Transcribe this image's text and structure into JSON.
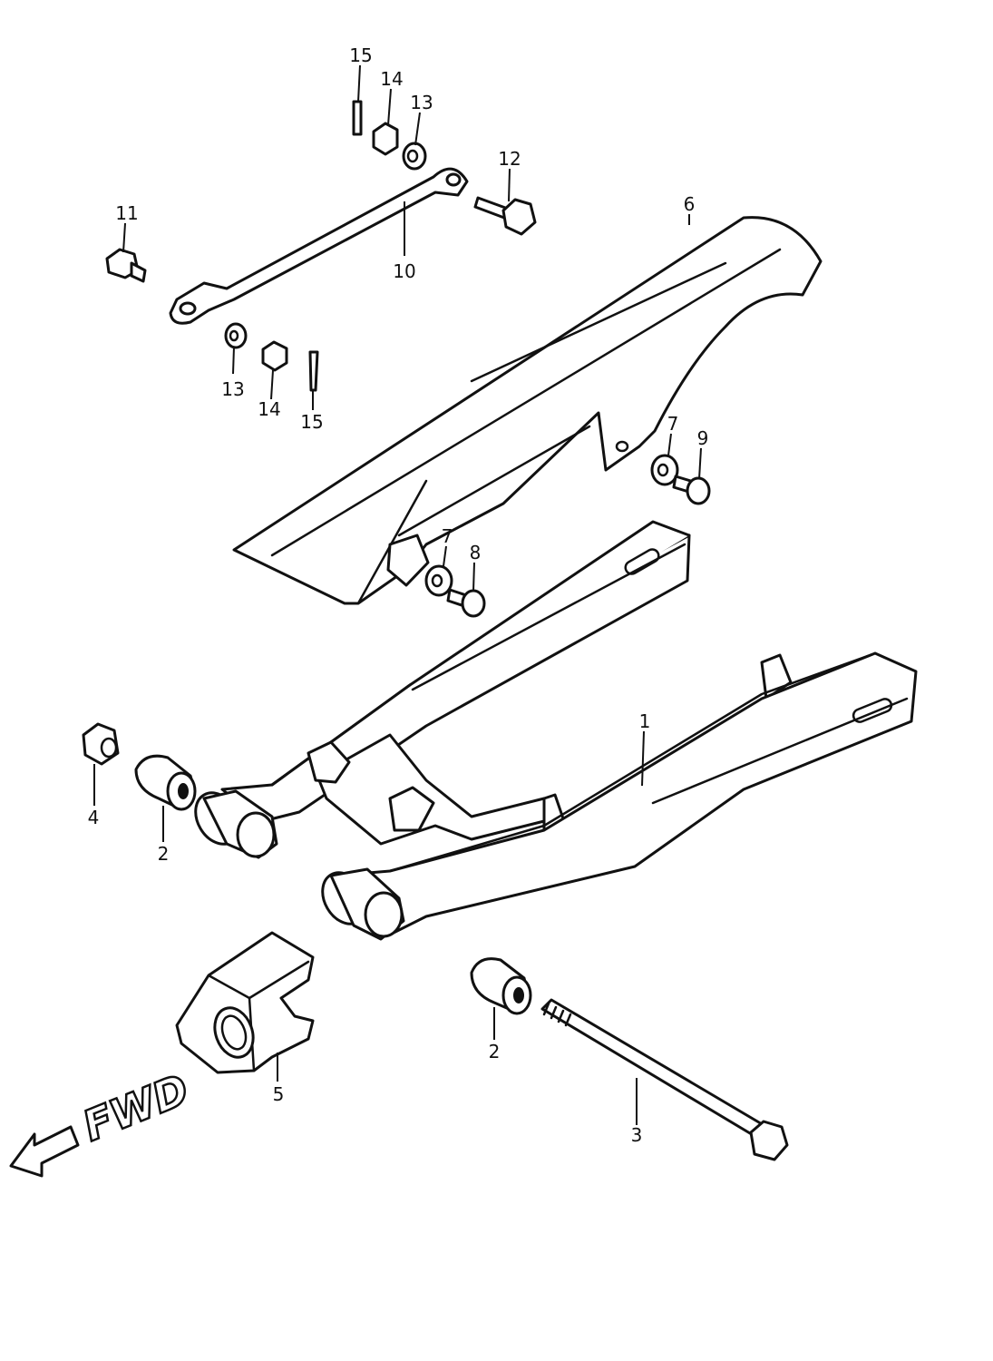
{
  "callouts": {
    "c1": "1",
    "c2a": "2",
    "c2b": "2",
    "c3": "3",
    "c4": "4",
    "c5": "5",
    "c6": "6",
    "c7a": "7",
    "c7b": "7",
    "c8": "8",
    "c9": "9",
    "c10": "10",
    "c11": "11",
    "c12": "12",
    "c13a": "13",
    "c13b": "13",
    "c14a": "14",
    "c14b": "14",
    "c15a": "15",
    "c15b": "15"
  },
  "direction_label": "FWD"
}
